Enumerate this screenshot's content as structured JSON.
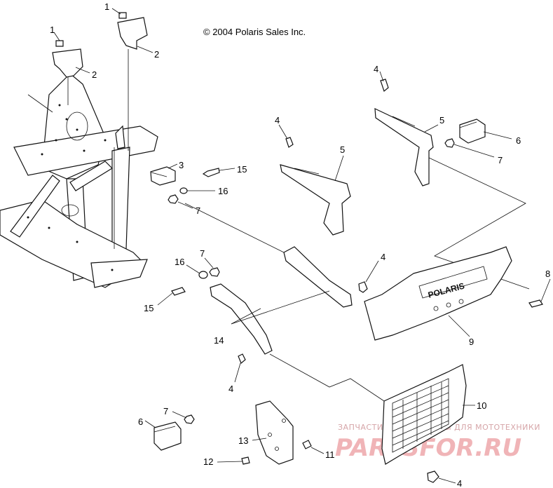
{
  "copyright": "© 2004 Polaris Sales Inc.",
  "watermark": {
    "top_text": "ЗАПЧАСТИ И АКСЕССУАРЫ ДЛЯ МОТОТЕХНИКИ",
    "big_text": "PARTSFOR.RU",
    "color": "#f0b4b7"
  },
  "grille_logo_text": "POLARIS",
  "callouts": [
    {
      "id": "c1a",
      "label": "1"
    },
    {
      "id": "c1b",
      "label": "1"
    },
    {
      "id": "c2a",
      "label": "2"
    },
    {
      "id": "c2b",
      "label": "2"
    },
    {
      "id": "c3",
      "label": "3"
    },
    {
      "id": "c4a",
      "label": "4"
    },
    {
      "id": "c4b",
      "label": "4"
    },
    {
      "id": "c4c",
      "label": "4"
    },
    {
      "id": "c4d",
      "label": "4"
    },
    {
      "id": "c4e",
      "label": "4"
    },
    {
      "id": "c5a",
      "label": "5"
    },
    {
      "id": "c5b",
      "label": "5"
    },
    {
      "id": "c6a",
      "label": "6"
    },
    {
      "id": "c6b",
      "label": "6"
    },
    {
      "id": "c7a",
      "label": "7"
    },
    {
      "id": "c7b",
      "label": "7"
    },
    {
      "id": "c7c",
      "label": "7"
    },
    {
      "id": "c7d",
      "label": "7"
    },
    {
      "id": "c8",
      "label": "8"
    },
    {
      "id": "c9",
      "label": "9"
    },
    {
      "id": "c10",
      "label": "10"
    },
    {
      "id": "c11",
      "label": "11"
    },
    {
      "id": "c12",
      "label": "12"
    },
    {
      "id": "c13",
      "label": "13"
    },
    {
      "id": "c14",
      "label": "14"
    },
    {
      "id": "c15a",
      "label": "15"
    },
    {
      "id": "c15b",
      "label": "15"
    },
    {
      "id": "c16a",
      "label": "16"
    },
    {
      "id": "c16b",
      "label": "16"
    }
  ]
}
